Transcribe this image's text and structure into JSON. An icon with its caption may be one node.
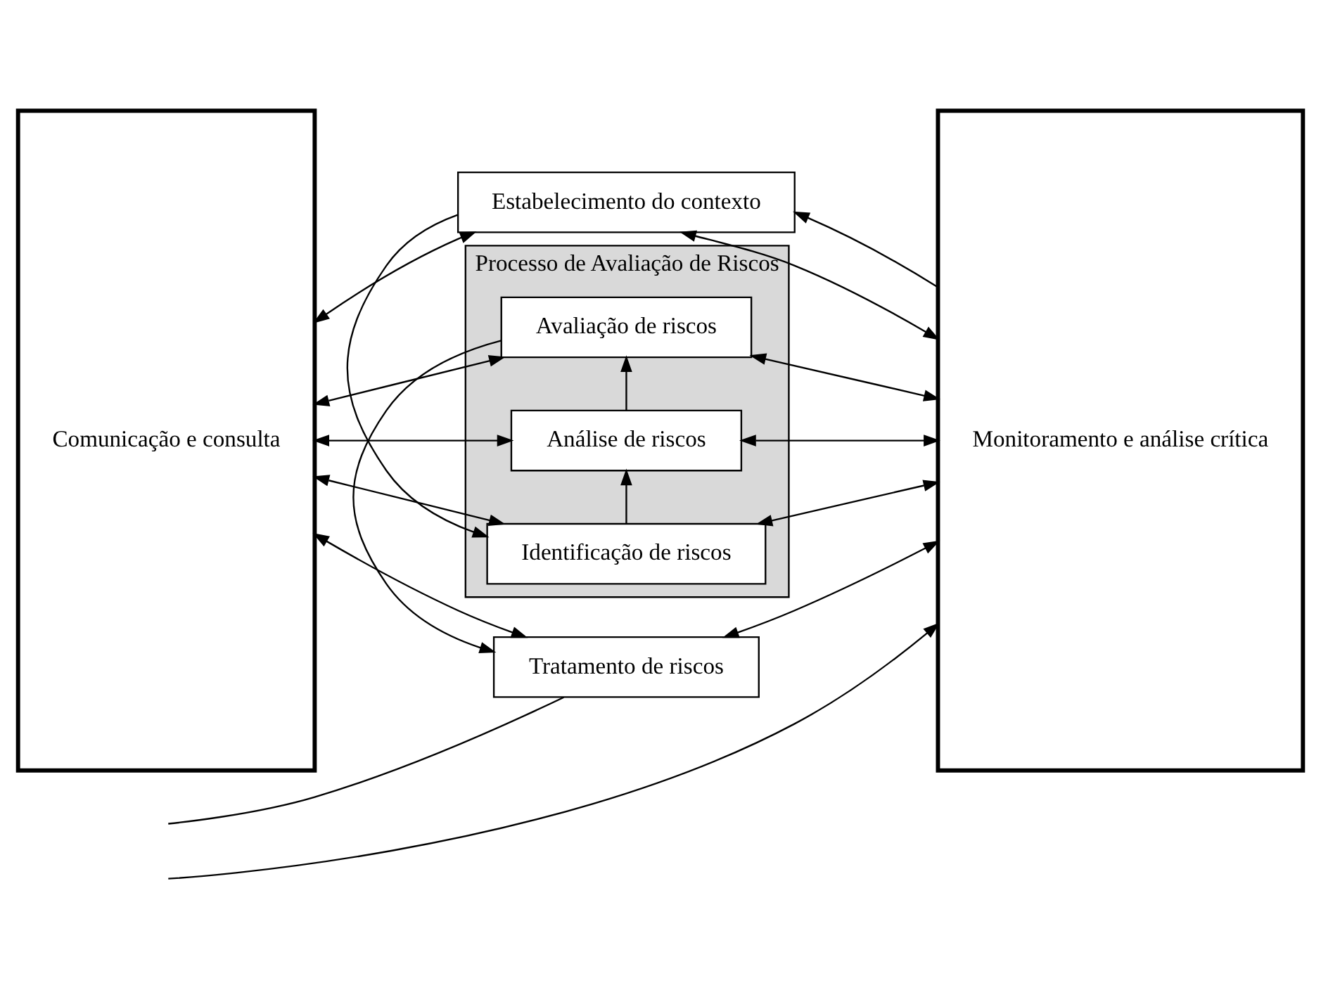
{
  "diagram": {
    "nodes": [
      {
        "text": [
          "Comunicação e consulta"
        ]
      },
      {
        "text": [
          "Estabelecimento do contexto"
        ]
      },
      {
        "text": [
          "Processo de Avaliação de Riscos"
        ]
      },
      {
        "text": [
          "Identificação de riscos"
        ],
        "in": 2
      },
      {
        "text": [
          "Análise de riscos"
        ],
        "in": 2
      },
      {
        "text": [
          "Avaliação de riscos"
        ],
        "in": 2
      },
      {
        "text": [
          "Tratamento de riscos"
        ]
      },
      {
        "text": [
          "Monitoramento e análise crítica"
        ]
      }
    ],
    "edges": [
      {
        "from": 0,
        "to": 1,
        "arrow": "both"
      },
      {
        "from": 1,
        "to": 7,
        "arrow": "both"
      },
      {
        "from": 0,
        "to": 3,
        "arrow": "both"
      },
      {
        "from": 3,
        "to": 7,
        "arrow": "both"
      },
      {
        "from": 0,
        "to": 4,
        "arrow": "both"
      },
      {
        "from": 4,
        "to": 7,
        "arrow": "both"
      },
      {
        "from": 0,
        "to": 5,
        "arrow": "both"
      },
      {
        "from": 5,
        "to": 7,
        "arrow": "both"
      },
      {
        "from": 0,
        "to": 6,
        "arrow": "both"
      },
      {
        "from": 6,
        "to": 7,
        "arrow": "both"
      },
      {
        "from": 7,
        "to": 1,
        "arrow": "to"
      },
      {
        "from": 1,
        "to": 3,
        "arrow": "to"
      },
      {
        "from": 3,
        "to": 4,
        "arrow": "to"
      },
      {
        "from": 4,
        "to": 5,
        "arrow": "to"
      },
      {
        "from": 5,
        "to": 6,
        "arrow": "to"
      },
      {
        "from": 6,
        "to": null,
        "arrow": "none"
      },
      {
        "from": null,
        "to": 7,
        "arrow": "to"
      }
    ]
  }
}
